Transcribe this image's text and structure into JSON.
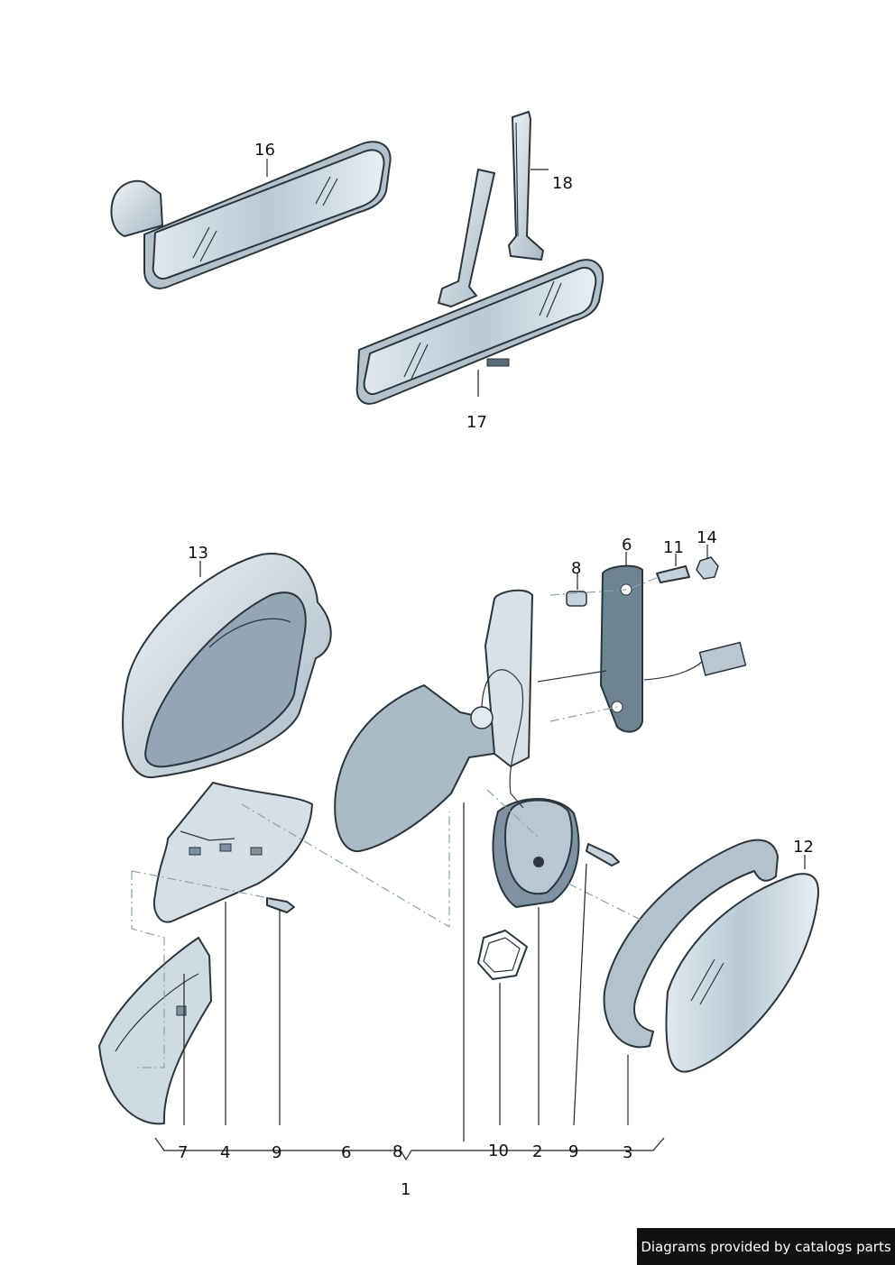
{
  "callouts": {
    "c16": "16",
    "c18": "18",
    "c17": "17",
    "c13": "13",
    "c6top": "6",
    "c11": "11",
    "c14": "14",
    "c8top": "8",
    "c12": "12",
    "b7": "7",
    "b4": "4",
    "b9a": "9",
    "b6": "6",
    "b8": "8",
    "b10": "10",
    "b2": "2",
    "b9b": "9",
    "b3": "3",
    "c1": "1"
  },
  "credit": "Diagrams provided by catalogs parts",
  "colors": {
    "part_fill": "#c9d6df",
    "part_fill_light": "#e4ecf1",
    "part_fill_dark": "#9fb1be",
    "outline": "#2a3540",
    "dash_line": "#8aa0b2"
  }
}
